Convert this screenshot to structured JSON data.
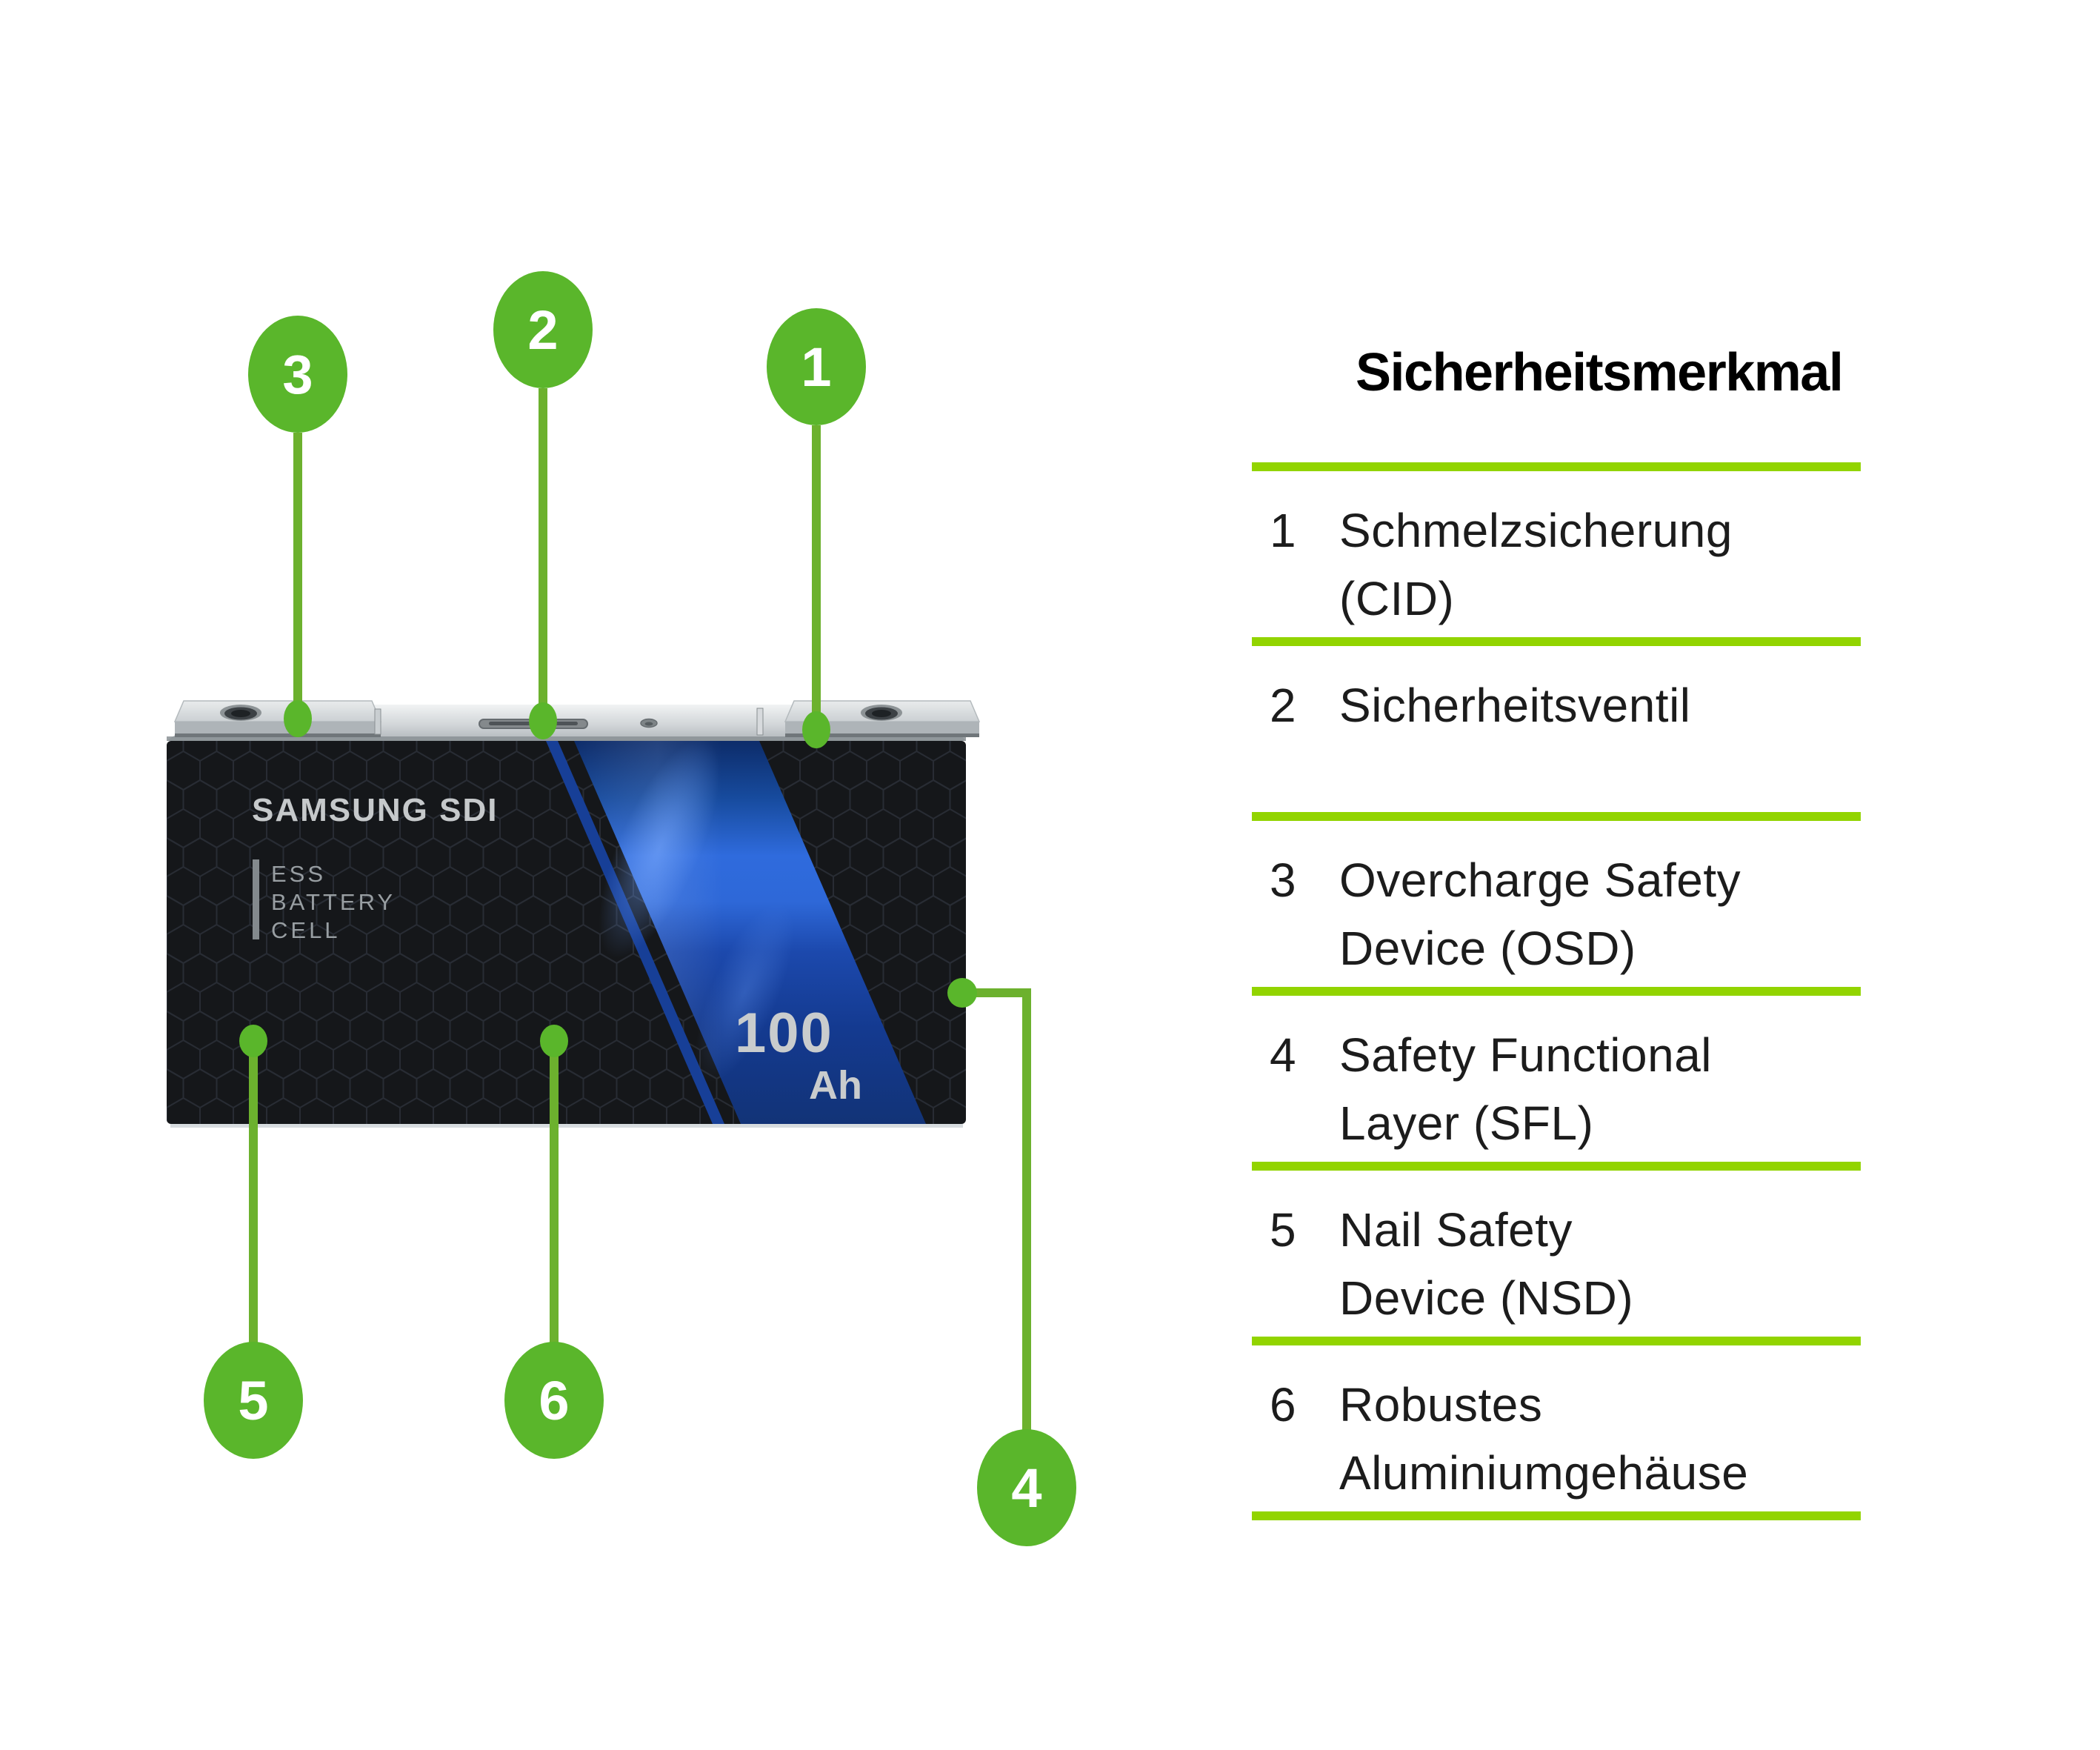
{
  "diagram": {
    "battery": {
      "brand": "SAMSUNG SDI",
      "label_lines": [
        "ESS",
        "BATTERY",
        "CELL"
      ],
      "capacity_value": "100",
      "capacity_unit": "Ah"
    },
    "callouts": [
      {
        "number": "1"
      },
      {
        "number": "2"
      },
      {
        "number": "3"
      },
      {
        "number": "4"
      },
      {
        "number": "5"
      },
      {
        "number": "6"
      }
    ],
    "colors": {
      "callout_green": "#5ab62b",
      "connector_green": "#6cb12e",
      "stripe_blue": "#2f6bdd",
      "cell_body": "#15171a",
      "top_plate_silver": "#d6dadc"
    }
  },
  "table": {
    "title": "Sicherheitsmerkmal",
    "separator_color": "#92d400",
    "rows": [
      {
        "num": "1",
        "line1": "Schmelzsicherung",
        "line2": "(CID)"
      },
      {
        "num": "2",
        "line1": "Sicherheitsventil"
      },
      {
        "num": "3",
        "line1": "Overcharge Safety",
        "line2": "Device (OSD)"
      },
      {
        "num": "4",
        "line1": "Safety Functional",
        "line2": "Layer (SFL)"
      },
      {
        "num": "5",
        "line1": "Nail Safety",
        "line2": "Device (NSD)"
      },
      {
        "num": "6",
        "line1": "Robustes",
        "line2": "Aluminiumgehäuse"
      }
    ]
  }
}
